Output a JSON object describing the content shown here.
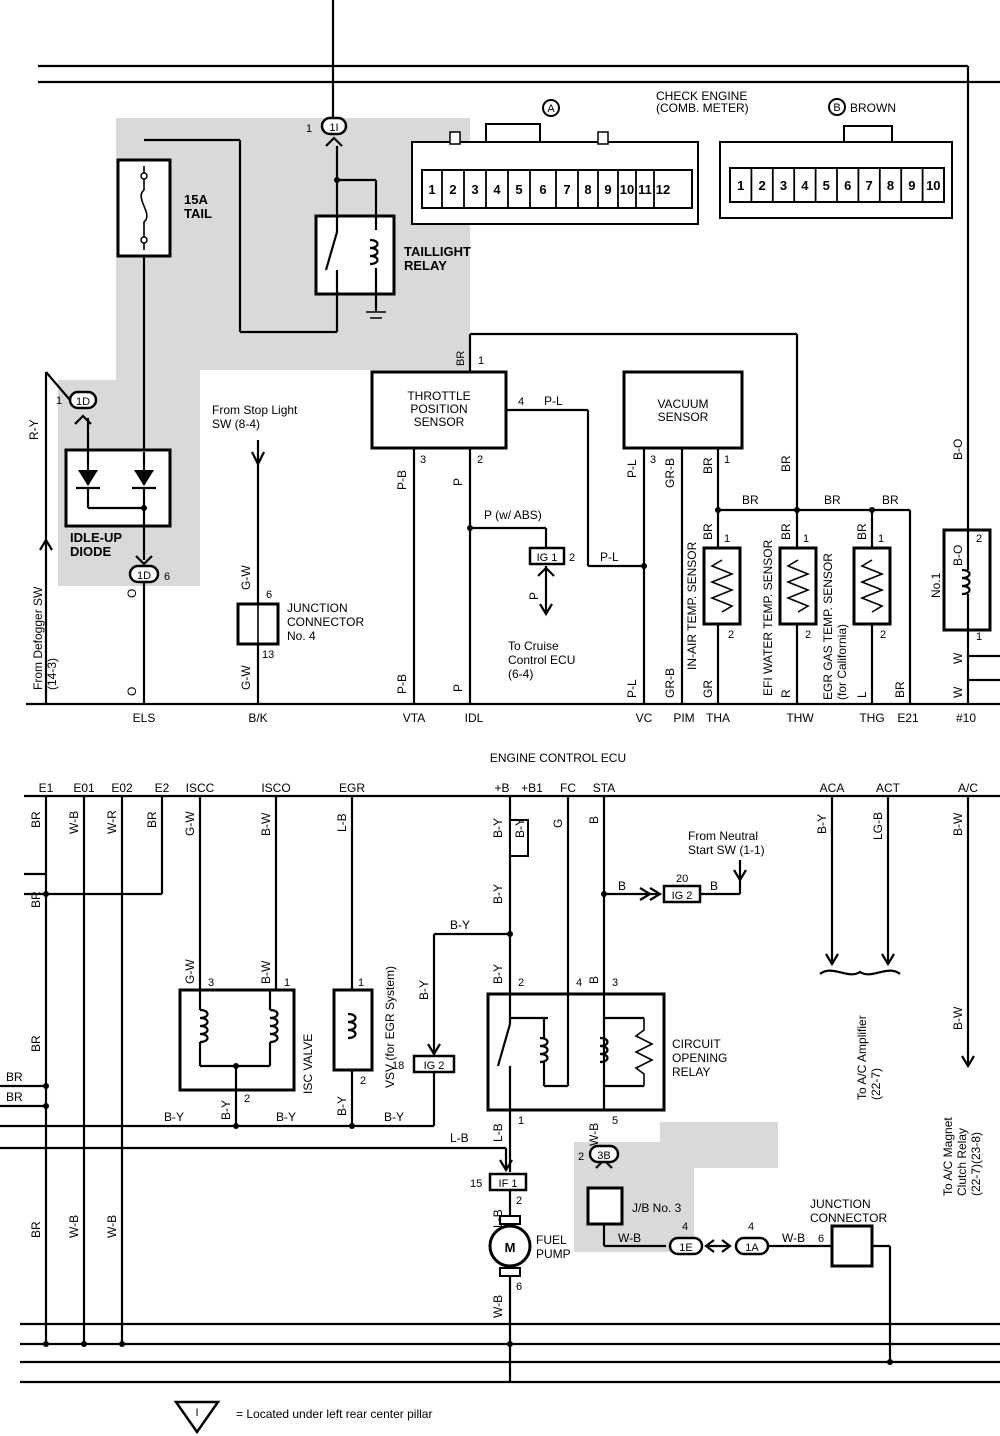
{
  "top": {
    "check_engine": [
      "CHECK ENGINE",
      "(COMB. METER)"
    ],
    "conn_a": "A",
    "conn_b": "B",
    "brown": "BROWN",
    "conn_a_pins": [
      "1",
      "2",
      "3",
      "4",
      "5",
      "6",
      "7",
      "8",
      "9",
      "10",
      "11",
      "12"
    ],
    "conn_b_pins": [
      "1",
      "2",
      "3",
      "4",
      "5",
      "6",
      "7",
      "8",
      "9",
      "10"
    ],
    "fuse": [
      "15A",
      "TAIL"
    ],
    "taillight_relay": [
      "TAILLIGHT",
      "RELAY"
    ],
    "idle_up_diode": [
      "IDLE-UP",
      "DIODE"
    ],
    "stop_light": [
      "From Stop Light",
      "SW (8-4)"
    ],
    "defogger": [
      "From Defogger SW",
      "(14-3)"
    ],
    "junction_connector_4": [
      "JUNCTION",
      "CONNECTOR",
      "No. 4"
    ],
    "throttle_sensor": [
      "THROTTLE",
      "POSITION",
      "SENSOR"
    ],
    "vacuum_sensor": [
      "VACUUM",
      "SENSOR"
    ],
    "p_abs": "P (w/ ABS)",
    "cruise": [
      "To Cruise",
      "Control ECU",
      "(6-4)"
    ],
    "in_air": "IN-AIR TEMP. SENSOR",
    "efi_water": "EFI WATER TEMP. SENSOR",
    "egr_gas": [
      "EGR GAS TEMP. SENSOR",
      "(for California)"
    ],
    "no1": "No.1",
    "ig1": "IG 1",
    "plug_1i": "1I",
    "plug_1d": "1D",
    "wires": {
      "ry": "R-Y",
      "o": "O",
      "gw": "G-W",
      "pb": "P-B",
      "p": "P",
      "pl": "P-L",
      "grb": "GR-B",
      "br": "BR",
      "gr": "GR",
      "r": "R",
      "l": "L",
      "bo": "B-O",
      "w": "W"
    },
    "pins": {
      "one": "1",
      "two": "2",
      "three": "3",
      "four": "4",
      "six": "6",
      "thirteen": "13"
    },
    "ecu_terminals": [
      "ELS",
      "B/K",
      "VTA",
      "IDL",
      "VC",
      "PIM",
      "THA",
      "THW",
      "THG",
      "E21",
      "#10"
    ]
  },
  "ecu_title": "ENGINE CONTROL ECU",
  "bottom": {
    "ecu_terminals": [
      "E1",
      "E01",
      "E02",
      "E2",
      "ISCC",
      "ISCO",
      "EGR",
      "+B",
      "+B1",
      "FC",
      "STA",
      "ACA",
      "ACT",
      "A/C"
    ],
    "neutral": [
      "From Neutral",
      "Start SW (1-1)"
    ],
    "isc_valve": "ISC VALVE",
    "vsv": "VSV (for EGR System)",
    "circuit_relay": [
      "CIRCUIT",
      "OPENING",
      "RELAY"
    ],
    "fuel_pump": [
      "FUEL",
      "PUMP"
    ],
    "motor": "M",
    "jb3": "J/B No. 3",
    "junction_connector": [
      "JUNCTION",
      "CONNECTOR"
    ],
    "ac_amp": [
      "To A/C Amplifier",
      "(22-7)"
    ],
    "ac_relay": [
      "To A/C Magnet",
      "Clutch Relay",
      "(22-7)(23-8)"
    ],
    "ig2": "IG 2",
    "if1": "IF 1",
    "plug_3b": "3B",
    "plug_1e": "1E",
    "plug_1a": "1A",
    "wires": {
      "br": "BR",
      "wb": "W-B",
      "wr": "W-R",
      "gw": "G-W",
      "bw": "B-W",
      "lb": "L-B",
      "by": "B-Y",
      "g": "G",
      "b": "B",
      "lgb": "LG-B"
    },
    "pins": {
      "one": "1",
      "two": "2",
      "three": "3",
      "four": "4",
      "five": "5",
      "six": "6",
      "fifteen": "15",
      "eighteen": "18",
      "twenty": "20"
    }
  },
  "footnote": "= Located under left rear center pillar",
  "footnote_symbol": "I"
}
